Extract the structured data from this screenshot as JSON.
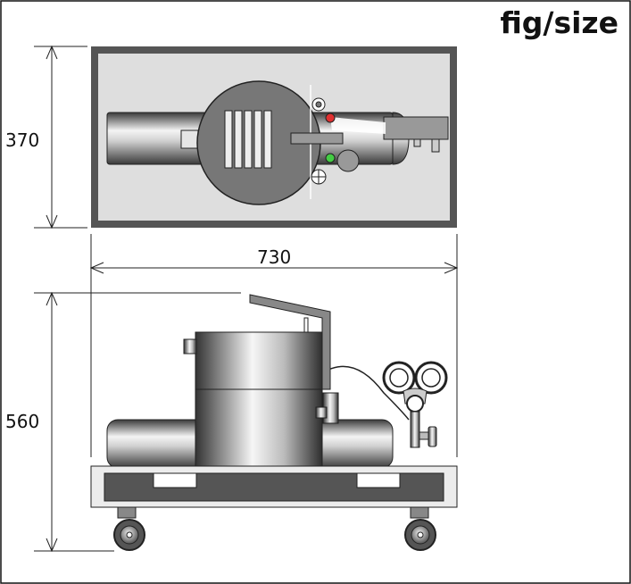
{
  "title": "fig/size",
  "dimensions": {
    "height_top": "370",
    "width": "730",
    "height_side": "560"
  },
  "colors": {
    "frame_dark": "#555555",
    "frame_light": "#dddddd",
    "body_gray": "#777777",
    "lamp_red": "#e03030",
    "lamp_green": "#44cc44"
  },
  "icons": [
    "pressure-gauge-icon",
    "caster-wheel-icon",
    "lamp-icon",
    "screw-icon"
  ]
}
